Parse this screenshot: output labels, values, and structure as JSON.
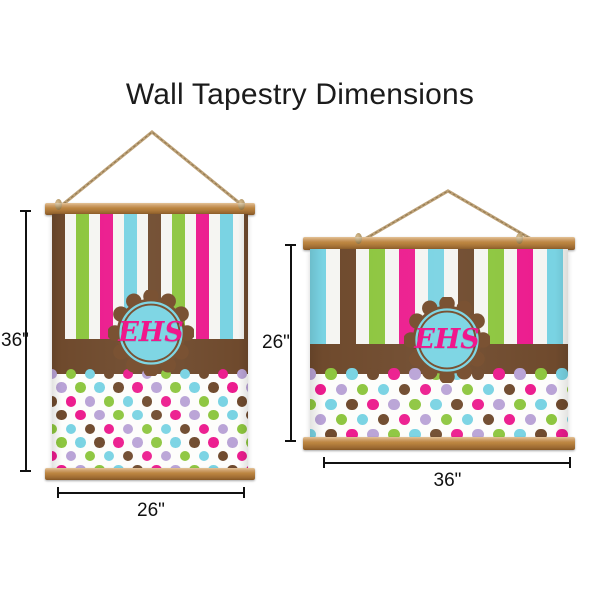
{
  "page": {
    "title": "Wall Tapestry Dimensions",
    "background": "#ffffff"
  },
  "palette": {
    "brown": "#6f4a2d",
    "brown_dark": "#5e3d23",
    "green": "#8dc63f",
    "pink": "#ec1c8e",
    "blue": "#79d3e3",
    "white": "#f5f5f2",
    "lavender": "#b9a3d6",
    "medallion_fill": "#7fd6e4",
    "medallion_border": "#7a5233",
    "monogram_color": "#f0178c",
    "wood": "#b9833f",
    "cord": "#bda177",
    "line": "#111111"
  },
  "products": [
    {
      "name": "portrait-tapestry",
      "orientation": "portrait",
      "height_label": "36\"",
      "width_label": "26\"",
      "monogram": "EHS",
      "stripe_sequence": [
        "brown",
        "white",
        "green",
        "white",
        "pink",
        "white",
        "blue",
        "white"
      ],
      "dot_colors": [
        "lavender",
        "blue",
        "pink",
        "green",
        "brown"
      ]
    },
    {
      "name": "landscape-tapestry",
      "orientation": "landscape",
      "height_label": "26\"",
      "width_label": "36\"",
      "monogram": "EHS",
      "stripe_sequence": [
        "blue",
        "white",
        "brown",
        "white",
        "green",
        "white",
        "pink",
        "white"
      ],
      "dot_colors": [
        "lavender",
        "blue",
        "pink",
        "green",
        "brown"
      ]
    }
  ],
  "dimensions": {
    "left_vertical_label": "36\"",
    "left_horizontal_label": "26\"",
    "right_vertical_label": "26\"",
    "right_horizontal_label": "36\""
  }
}
